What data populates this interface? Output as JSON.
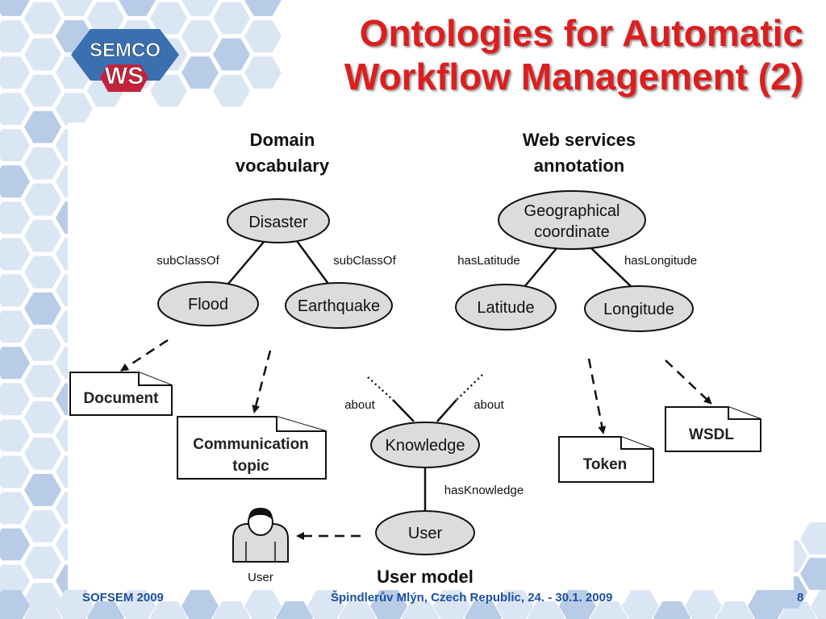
{
  "slide": {
    "title_line1": "Ontologies for Automatic",
    "title_line2": "Workflow Management (2)",
    "logo": {
      "top_text": "SEMCO",
      "bottom_text": "WS"
    },
    "colors": {
      "title": "#dd1e1e",
      "footer": "#1c4fa1",
      "hex_light": "#dbe6f4",
      "hex_mid": "#b8cce8",
      "logo_blue": "#3a6fb0",
      "logo_red": "#c4223a",
      "node_fill": "#dcdcdc"
    }
  },
  "diagram": {
    "domain_heading_line1": "Domain",
    "domain_heading_line2": "vocabulary",
    "ws_heading_line1": "Web services",
    "ws_heading_line2": "annotation",
    "user_model_heading": "User model",
    "nodes": {
      "disaster": "Disaster",
      "flood": "Flood",
      "earthquake": "Earthquake",
      "geo_line1": "Geographical",
      "geo_line2": "coordinate",
      "latitude": "Latitude",
      "longitude": "Longitude",
      "knowledge": "Knowledge",
      "user": "User"
    },
    "edge_labels": {
      "subclass_left": "subClassOf",
      "subclass_right": "subClassOf",
      "has_latitude": "hasLatitude",
      "has_longitude": "hasLongitude",
      "about_left": "about",
      "about_right": "about",
      "has_knowledge": "hasKnowledge"
    },
    "documents": {
      "document": "Document",
      "communication_line1": "Communication",
      "communication_line2": "topic",
      "token": "Token",
      "wsdl": "WSDL"
    },
    "user_icon_label": "User"
  },
  "footer": {
    "left": "SOFSEM 2009",
    "center": "Špindlerův Mlýn, Czech Republic, 24. - 30.1. 2009",
    "page": "8"
  }
}
